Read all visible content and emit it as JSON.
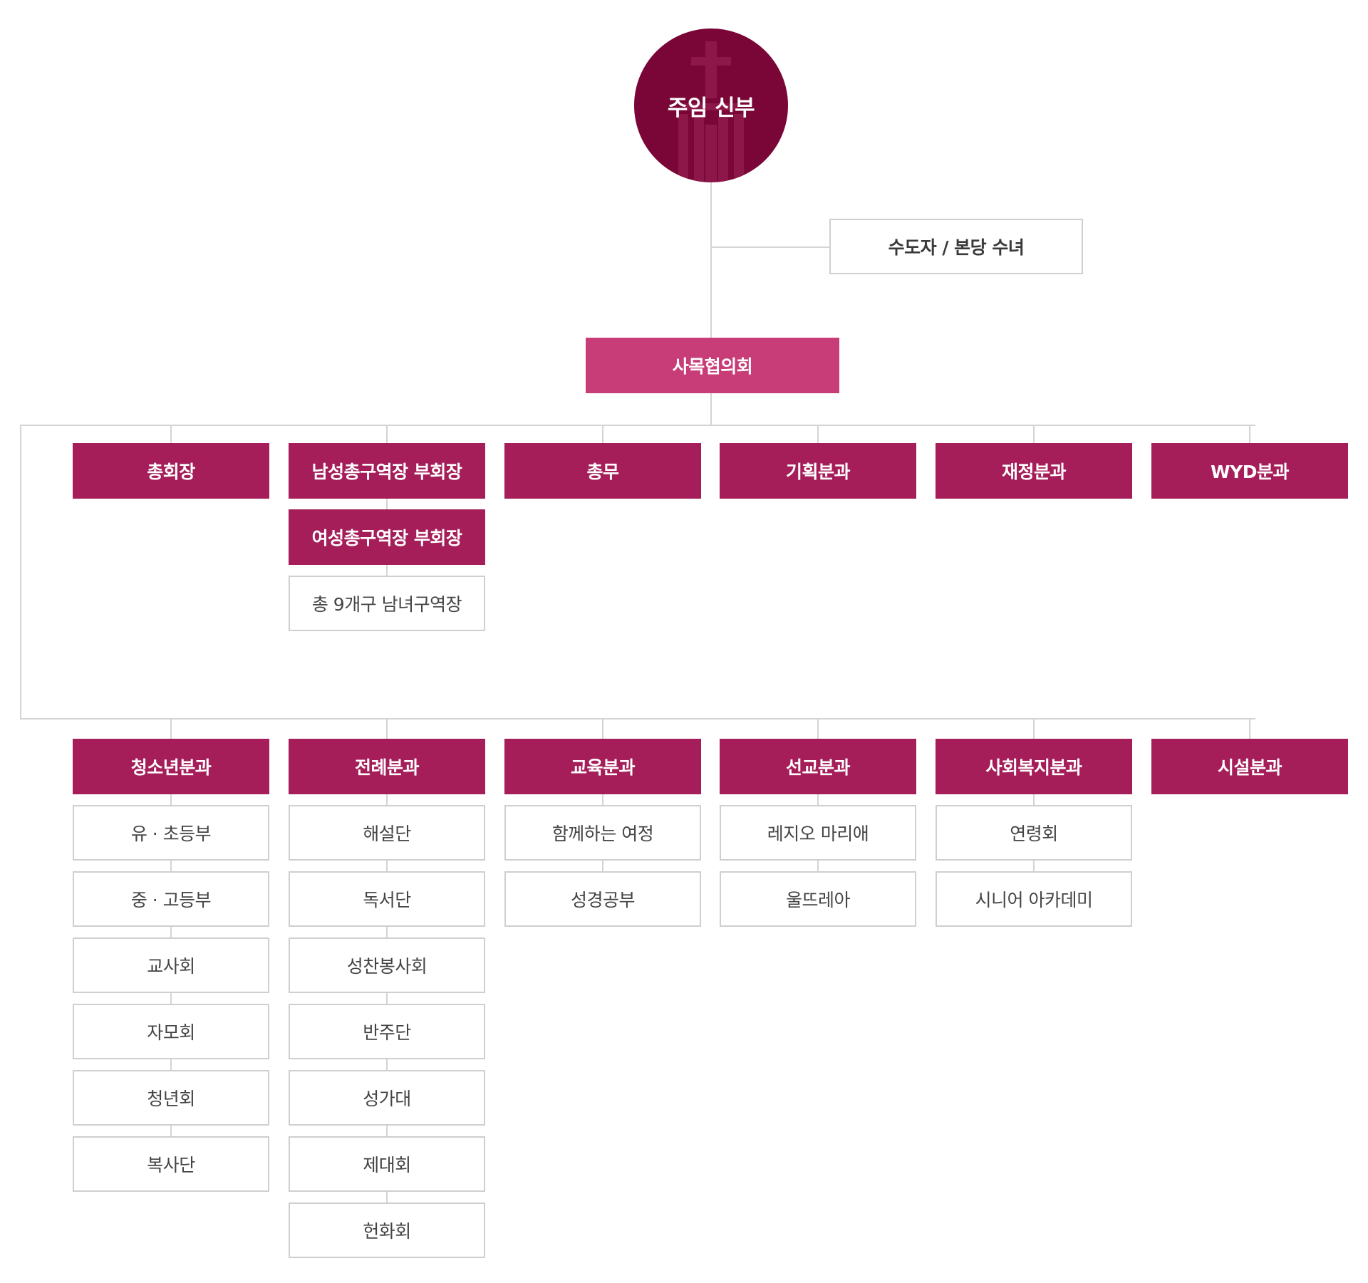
{
  "root": {
    "label": "주임 신부"
  },
  "side": {
    "label": "수도자 / 본당 수녀"
  },
  "council": {
    "label": "사목협의회"
  },
  "colors": {
    "dark": "#a51e59",
    "council": "#c83c78",
    "root": "#7a0637",
    "line": "#d4d4d4",
    "border": "#cfcfcf"
  },
  "upper_row": [
    {
      "label": "총회장",
      "children": []
    },
    {
      "label": "남성총구역장 부회장",
      "children": [
        "여성총구역장 부회장",
        "총 9개구 남녀구역장"
      ]
    },
    {
      "label": "총무",
      "children": []
    },
    {
      "label": "기획분과",
      "children": []
    },
    {
      "label": "재정분과",
      "children": []
    },
    {
      "label": "WYD분과",
      "children": []
    }
  ],
  "lower_row": [
    {
      "label": "청소년분과",
      "children": [
        "유 · 초등부",
        "중 · 고등부",
        "교사회",
        "자모회",
        "청년회",
        "복사단"
      ]
    },
    {
      "label": "전례분과",
      "children": [
        "해설단",
        "독서단",
        "성찬봉사회",
        "반주단",
        "성가대",
        "제대회",
        "헌화회"
      ]
    },
    {
      "label": "교육분과",
      "children": [
        "함께하는 여정",
        "성경공부"
      ]
    },
    {
      "label": "선교분과",
      "children": [
        "레지오 마리애",
        "울뜨레아"
      ]
    },
    {
      "label": "사회복지분과",
      "children": [
        "연령회",
        "시니어 아카데미"
      ]
    },
    {
      "label": "시설분과",
      "children": []
    }
  ]
}
